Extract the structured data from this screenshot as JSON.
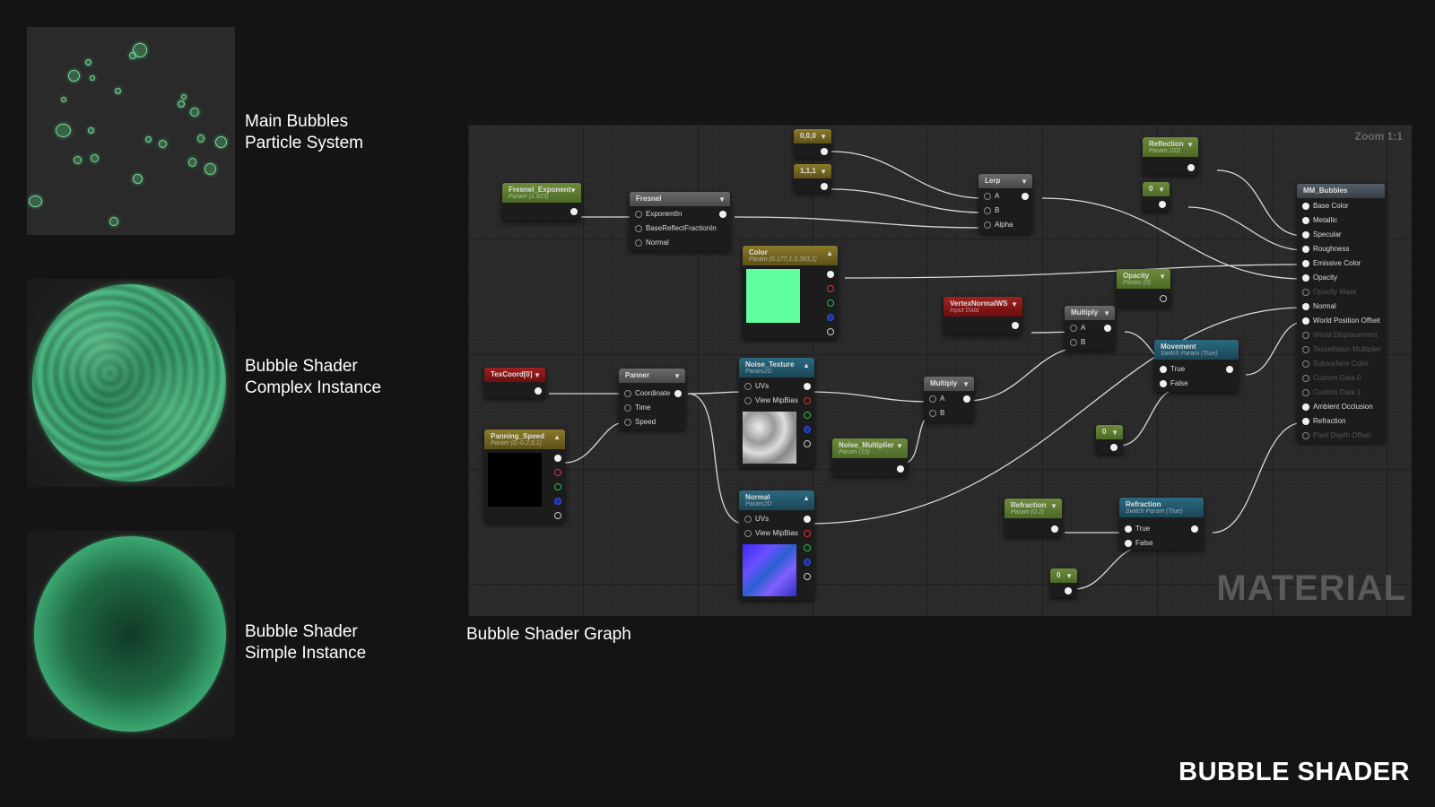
{
  "thumbnails": {
    "particles": {
      "line1": "Main Bubbles",
      "line2": "Particle System"
    },
    "complex": {
      "line1": "Bubble Shader",
      "line2": "Complex Instance"
    },
    "simple": {
      "line1": "Bubble Shader",
      "line2": "Simple Instance"
    }
  },
  "graph": {
    "caption": "Bubble Shader Graph",
    "zoom": "Zoom 1:1",
    "watermark": "MATERIAL",
    "nodes": {
      "const000": {
        "title": "0,0,0"
      },
      "const111": {
        "title": "1,1,1"
      },
      "fresnel_exponent": {
        "title": "Fresnel_Exponent",
        "sub": "Param (1.923)"
      },
      "fresnel": {
        "title": "Fresnel",
        "pins": [
          "ExponentIn",
          "BaseReflectFractionIn",
          "Normal"
        ]
      },
      "lerp": {
        "title": "Lerp",
        "pins": [
          "A",
          "B",
          "Alpha"
        ]
      },
      "reflection": {
        "title": "Reflection",
        "sub": "Param (20)"
      },
      "const0_a": {
        "title": "0"
      },
      "color": {
        "title": "Color",
        "sub": "Param (0.177,1,0.383,1)"
      },
      "opacity": {
        "title": "Opacity",
        "sub": "Param (0)"
      },
      "vertexnormal": {
        "title": "VertexNormalWS",
        "sub": "Input Data"
      },
      "multiply1": {
        "title": "Multiply",
        "pins": [
          "A",
          "B"
        ]
      },
      "movement": {
        "title": "Movement",
        "sub": "Switch Param (True)",
        "pins": [
          "True",
          "False"
        ]
      },
      "texcoord": {
        "title": "TexCoord[0]"
      },
      "panner": {
        "title": "Panner",
        "pins": [
          "Coordinate",
          "Time",
          "Speed"
        ]
      },
      "noise_texture": {
        "title": "Noise_Texture",
        "sub": "Param2D",
        "pins": [
          "UVs",
          "View MipBias"
        ]
      },
      "multiply2": {
        "title": "Multiply",
        "pins": [
          "A",
          "B"
        ]
      },
      "panning_speed": {
        "title": "Panning_Speed",
        "sub": "Param (0,-0.2,0,1)"
      },
      "noise_multiplier": {
        "title": "Noise_Multiplier",
        "sub": "Param (15)"
      },
      "const0_b": {
        "title": "0"
      },
      "normal": {
        "title": "Normal",
        "sub": "Param2D",
        "pins": [
          "UVs",
          "View MipBias"
        ]
      },
      "refraction_param": {
        "title": "Refraction",
        "sub": "Param (0.2)"
      },
      "refraction_switch": {
        "title": "Refraction",
        "sub": "Switch Param (True)",
        "pins": [
          "True",
          "False"
        ]
      },
      "const0_c": {
        "title": "0"
      },
      "mm_bubbles": {
        "title": "MM_Bubbles",
        "pins": [
          "Base Color",
          "Metallic",
          "Specular",
          "Roughness",
          "Emissive Color",
          "Opacity",
          "Opacity Mask",
          "Normal",
          "World Position Offset",
          "World Displacement",
          "Tessellation Multiplier",
          "Subsurface Color",
          "Custom Data 0",
          "Custom Data 1",
          "Ambient Occlusion",
          "Refraction",
          "Pixel Depth Offset"
        ]
      }
    }
  },
  "title": "BUBBLE SHADER",
  "colors": {
    "bubble_green": "#6fe09a",
    "color_swatch": "#5fffa0"
  }
}
